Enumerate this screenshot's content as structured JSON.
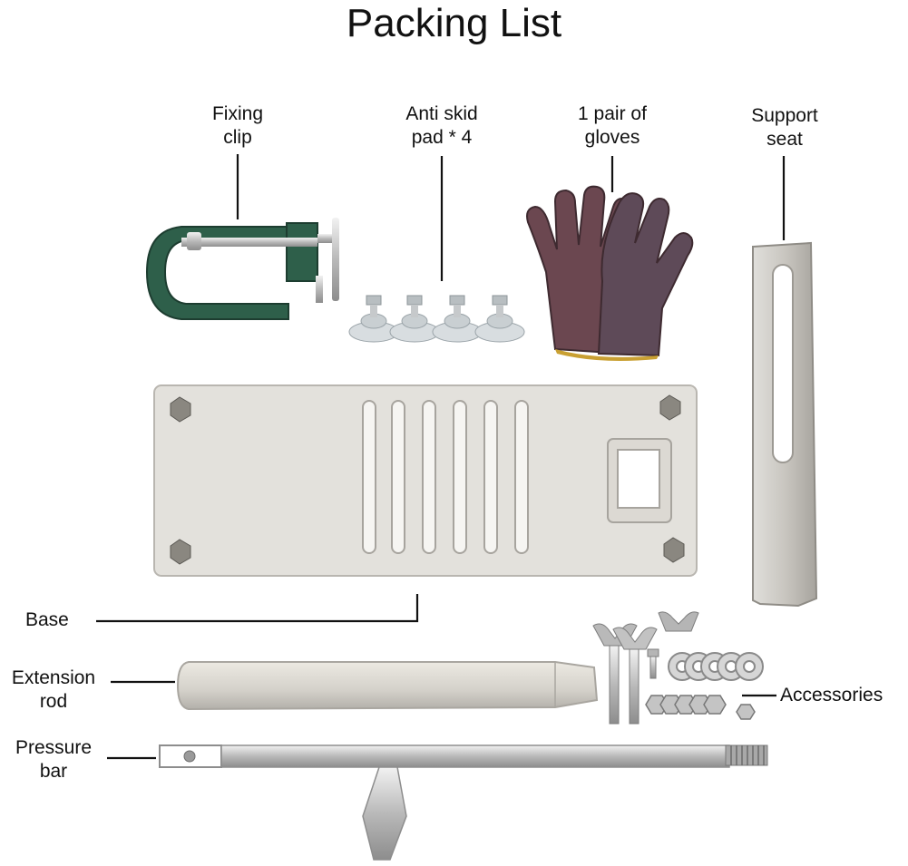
{
  "title": "Packing List",
  "labels": {
    "fixing_clip": [
      "Fixing",
      "clip"
    ],
    "anti_skid": [
      "Anti skid",
      "pad * 4"
    ],
    "gloves": [
      "1 pair of",
      "gloves"
    ],
    "support_seat": [
      "Support",
      "seat"
    ],
    "base": "Base",
    "extension_rod": [
      "Extension",
      "rod"
    ],
    "pressure_bar": [
      "Pressure",
      "bar"
    ],
    "accessories": "Accessories"
  },
  "colors": {
    "metal": "#d9d6cf",
    "metal_dark": "#a9a6a0",
    "clamp_green": "#2e5f4a",
    "glove_red": "#7a3a44",
    "glove_gray": "#5b5a66"
  }
}
